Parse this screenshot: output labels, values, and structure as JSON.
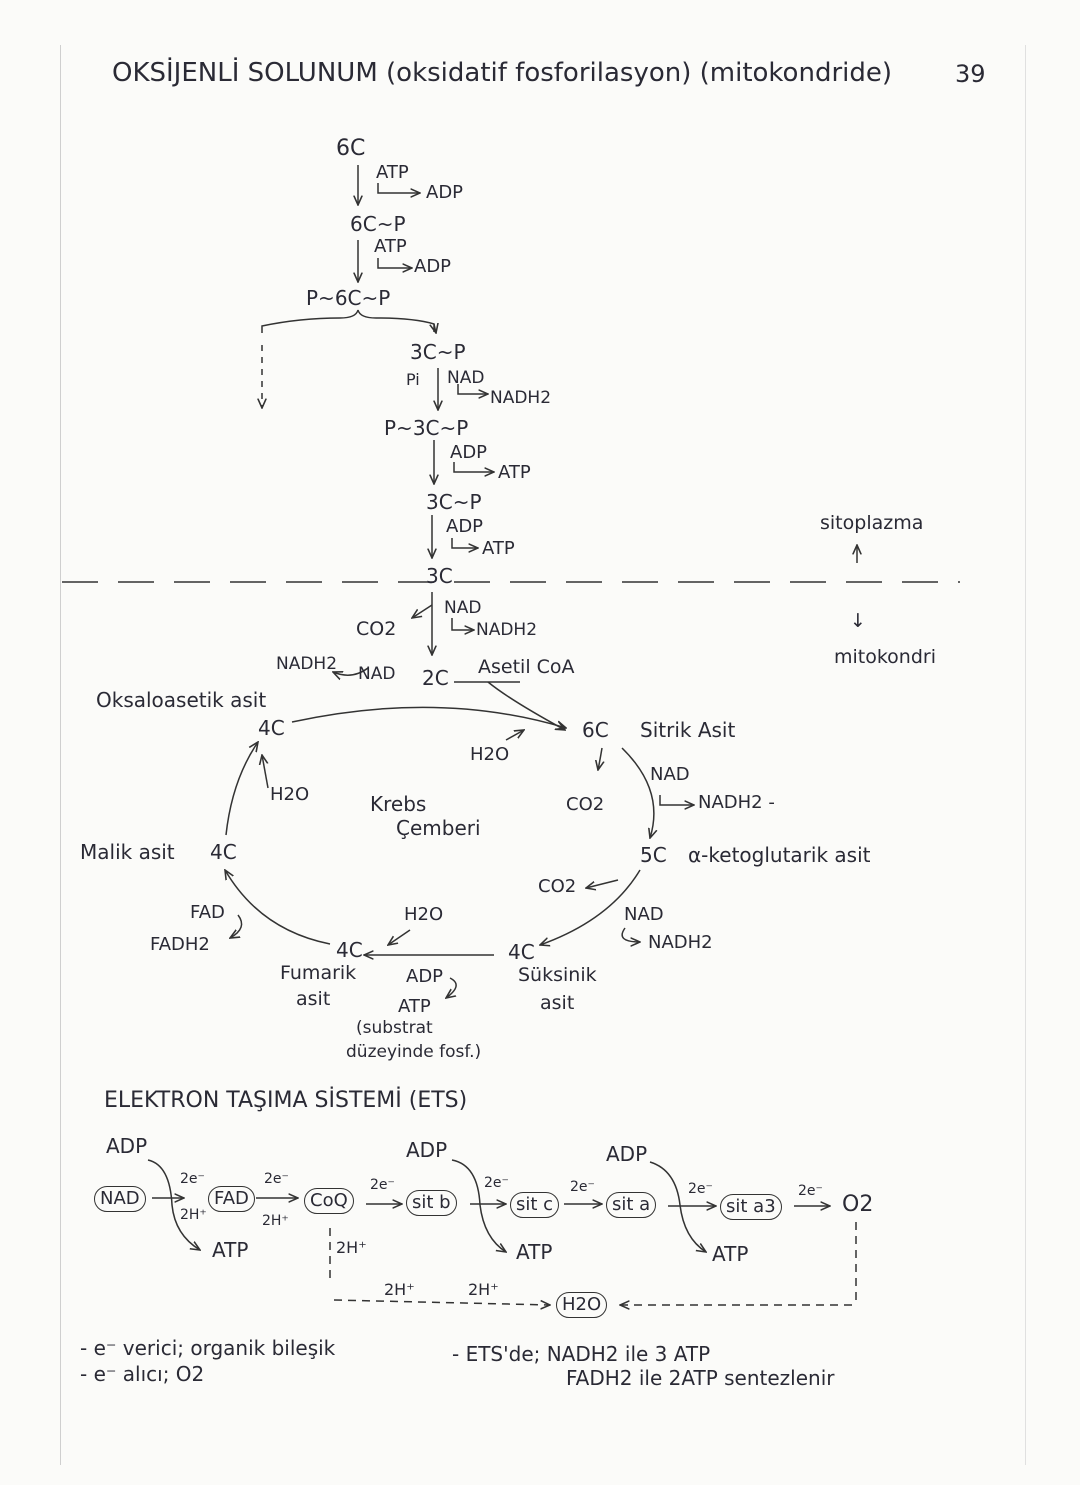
{
  "page": {
    "title": "OKSİJENLİ SOLUNUM (oksidatif fosforilasyon) (mitokondride)",
    "page_number": "39"
  },
  "glycolysis": {
    "c6": "6C",
    "atp1": "ATP",
    "adp1": "ADP",
    "c6p": "6C~P",
    "atp2": "ATP",
    "adp2": "ADP",
    "pc6p": "P~6C~P",
    "c3p": "3C~P",
    "pi": "Pi",
    "nad1": "NAD",
    "nadh1": "NADH2",
    "pc3p": "P~3C~P",
    "adp3": "ADP",
    "atp3": "ATP",
    "c3p2": "3C~P",
    "adp4": "ADP",
    "atp4": "ATP",
    "c3": "3C",
    "sitoplazma": "sitoplazma",
    "up_arrow": "↑",
    "down_arrow": "↓",
    "mitokondri": "mitokondri"
  },
  "link": {
    "co2": "CO2",
    "nad": "NAD",
    "nadh": "NADH2",
    "c2": "2C",
    "acetyl": "Asetil CoA",
    "nadh_left": "NADH2",
    "nad_left": "NAD"
  },
  "krebs": {
    "oxaloacetic": "Oksaloasetik asit",
    "c4_oxa": "4C",
    "c6": "6C",
    "citric": "Sitrik Asit",
    "h2o_top": "H2O",
    "h2o_left": "H2O",
    "center1": "Krebs",
    "center2": "Çemberi",
    "co2_1": "CO2",
    "nad1": "NAD",
    "nadh1": "NADH2 -",
    "c5": "5C",
    "ketoglutaric": "α-ketoglutarik asit",
    "co2_2": "CO2",
    "nad2": "NAD",
    "nadh2": "NADH2",
    "malic": "Malik asit",
    "c4_malic": "4C",
    "fad": "FAD",
    "fadh": "FADH2",
    "h2o_bottom": "H2O",
    "c4_fumaric": "4C",
    "fumaric1": "Fumarik",
    "fumaric2": "asit",
    "adp": "ADP",
    "atp": "ATP",
    "substrate1": "(substrat",
    "substrate2": "düzeyinde fosf.)",
    "c4_succinic": "4C",
    "succinic1": "Süksinik",
    "succinic2": "asit"
  },
  "ets": {
    "title": "ELEKTRON TAŞIMA SİSTEMİ (ETS)",
    "adp1": "ADP",
    "adp2": "ADP",
    "adp3": "ADP",
    "atp1": "ATP",
    "atp2": "ATP",
    "atp3": "ATP",
    "nodes": [
      "NAD",
      "FAD",
      "CoQ",
      "sit b",
      "sit c",
      "sit a",
      "sit a3"
    ],
    "o2": "O2",
    "e": "2e⁻",
    "h_small": "2H⁺",
    "h_big": "2H⁺",
    "h2o": "H2O",
    "note1": "- e⁻ verici; organik bileşik",
    "note2": "- e⁻ alıcı; O2",
    "note3": "- ETS'de; NADH2 ile 3 ATP",
    "note4": "FADH2 ile 2ATP sentezlenir"
  }
}
